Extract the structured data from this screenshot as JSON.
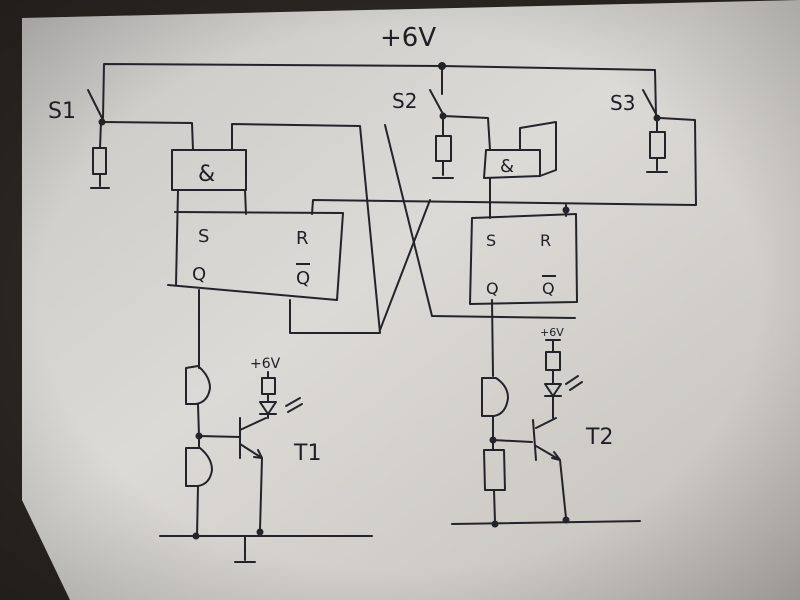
{
  "colors": {
    "table": "#2a2622",
    "paper": "#d6d3cf",
    "ink": "#1e1f24"
  },
  "schematic": {
    "supply": "+6V",
    "switch_1": "S1",
    "switch_2": "S2",
    "switch_3": "S3",
    "gate_1": "&",
    "gate_2": "&",
    "flipflop_1": {
      "set": "S",
      "reset": "R",
      "q": "Q",
      "q_bar": "Q"
    },
    "flipflop_2": {
      "set": "S",
      "reset": "R",
      "q": "Q",
      "q_bar": "Q"
    },
    "led_supply_1": "+6V",
    "led_supply_2": "+6V",
    "transistor_1": "T1",
    "transistor_2": "T2"
  }
}
